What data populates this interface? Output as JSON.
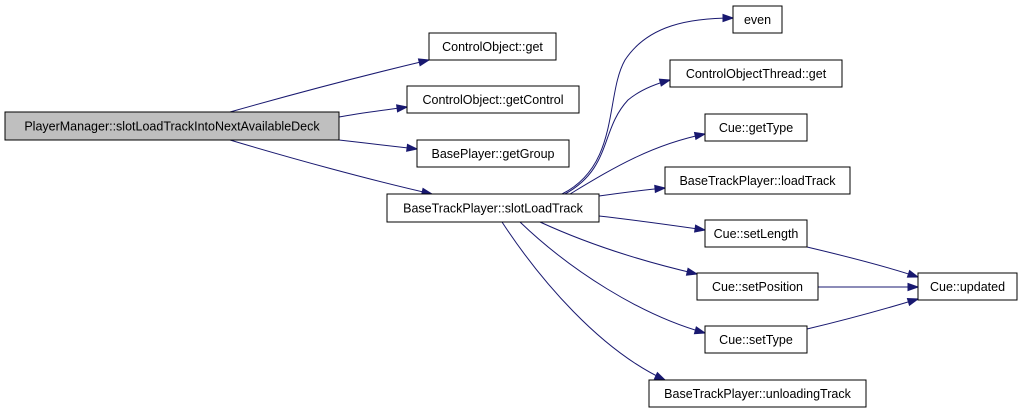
{
  "diagram": {
    "type": "call-graph",
    "colors": {
      "edge": "#191970",
      "node_border": "#000000",
      "node_fill": "#ffffff",
      "root_fill": "#bfbfbf",
      "text": "#000000"
    },
    "nodes": [
      {
        "id": "root",
        "label": "PlayerManager::slotLoadTrackIntoNextAvailableDeck",
        "root": true
      },
      {
        "id": "co_get",
        "label": "ControlObject::get"
      },
      {
        "id": "co_getcontrol",
        "label": "ControlObject::getControl"
      },
      {
        "id": "bp_getgroup",
        "label": "BasePlayer::getGroup"
      },
      {
        "id": "btp_slotload",
        "label": "BaseTrackPlayer::slotLoadTrack"
      },
      {
        "id": "even",
        "label": "even"
      },
      {
        "id": "cot_get",
        "label": "ControlObjectThread::get"
      },
      {
        "id": "cue_gettype",
        "label": "Cue::getType"
      },
      {
        "id": "btp_loadtrack",
        "label": "BaseTrackPlayer::loadTrack"
      },
      {
        "id": "cue_setlength",
        "label": "Cue::setLength"
      },
      {
        "id": "cue_setposition",
        "label": "Cue::setPosition"
      },
      {
        "id": "cue_settype",
        "label": "Cue::setType"
      },
      {
        "id": "btp_unloading",
        "label": "BaseTrackPlayer::unloadingTrack"
      },
      {
        "id": "cue_updated",
        "label": "Cue::updated"
      }
    ],
    "edges": [
      {
        "from": "root",
        "to": "co_get"
      },
      {
        "from": "root",
        "to": "co_getcontrol"
      },
      {
        "from": "root",
        "to": "bp_getgroup"
      },
      {
        "from": "root",
        "to": "btp_slotload"
      },
      {
        "from": "btp_slotload",
        "to": "even"
      },
      {
        "from": "btp_slotload",
        "to": "cot_get"
      },
      {
        "from": "btp_slotload",
        "to": "cue_gettype"
      },
      {
        "from": "btp_slotload",
        "to": "btp_loadtrack"
      },
      {
        "from": "btp_slotload",
        "to": "cue_setlength"
      },
      {
        "from": "btp_slotload",
        "to": "cue_setposition"
      },
      {
        "from": "btp_slotload",
        "to": "cue_settype"
      },
      {
        "from": "btp_slotload",
        "to": "btp_unloading"
      },
      {
        "from": "cue_setlength",
        "to": "cue_updated"
      },
      {
        "from": "cue_setposition",
        "to": "cue_updated"
      },
      {
        "from": "cue_settype",
        "to": "cue_updated"
      }
    ]
  }
}
